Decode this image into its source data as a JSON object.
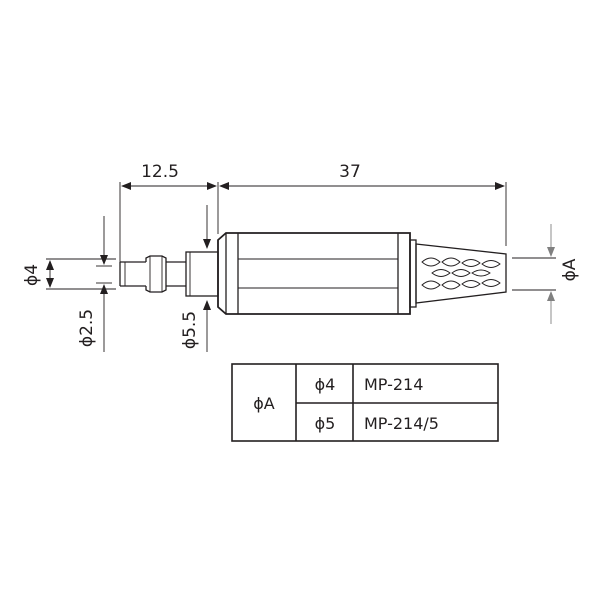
{
  "dimensions": {
    "tip_length": "12.5",
    "body_length": "37",
    "dia_tip": "ϕ4",
    "dia_pin": "ϕ2.5",
    "dia_collar": "ϕ5.5",
    "dia_cable": "ϕA"
  },
  "table": {
    "header": "ϕA",
    "rows": [
      {
        "dia": "ϕ4",
        "model": "MP-214"
      },
      {
        "dia": "ϕ5",
        "model": "MP-214/5"
      }
    ]
  }
}
